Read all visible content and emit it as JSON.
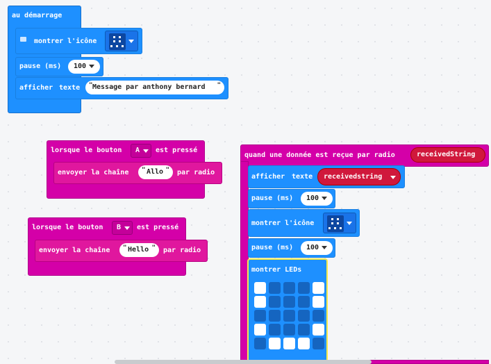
{
  "start_block": {
    "hat_label": "au démarrage",
    "show_icon_label": "montrer l'icône",
    "pause_label": "pause (ms)",
    "pause_value": "100",
    "show_text_label": "afficher",
    "text_word": "texte",
    "text_value": "Message par anthony bernard"
  },
  "button_a_block": {
    "label_prefix": "lorsque le bouton",
    "button": "A",
    "label_suffix": "est pressé",
    "send_label": "envoyer la chaîne",
    "send_value": "Allo",
    "send_suffix": "par radio"
  },
  "button_b_block": {
    "label_prefix": "lorsque le bouton",
    "button": "B",
    "label_suffix": "est pressé",
    "send_label": "envoyer la chaîne",
    "send_value": "Hello",
    "send_suffix": "par radio"
  },
  "radio_block": {
    "hat_label": "quand une donnée est reçue par radio",
    "param": "receivedString",
    "show_label": "afficher",
    "text_word": "texte",
    "var_value": "receivedstring",
    "pause1_label": "pause (ms)",
    "pause1_value": "100",
    "show_icon_label": "montrer l'icône",
    "pause2_label": "pause (ms)",
    "pause2_value": "100",
    "show_leds_label": "montrer LEDs",
    "leds": [
      [
        1,
        0,
        0,
        0,
        1
      ],
      [
        1,
        0,
        0,
        0,
        1
      ],
      [
        0,
        0,
        0,
        0,
        0
      ],
      [
        1,
        0,
        0,
        0,
        1
      ],
      [
        0,
        1,
        1,
        1,
        0
      ]
    ]
  },
  "colors": {
    "basic_blue": "#1e90ff",
    "radio_magenta": "#d400a8",
    "variable_red": "#d0183c",
    "workspace": "#f5f6f8"
  }
}
